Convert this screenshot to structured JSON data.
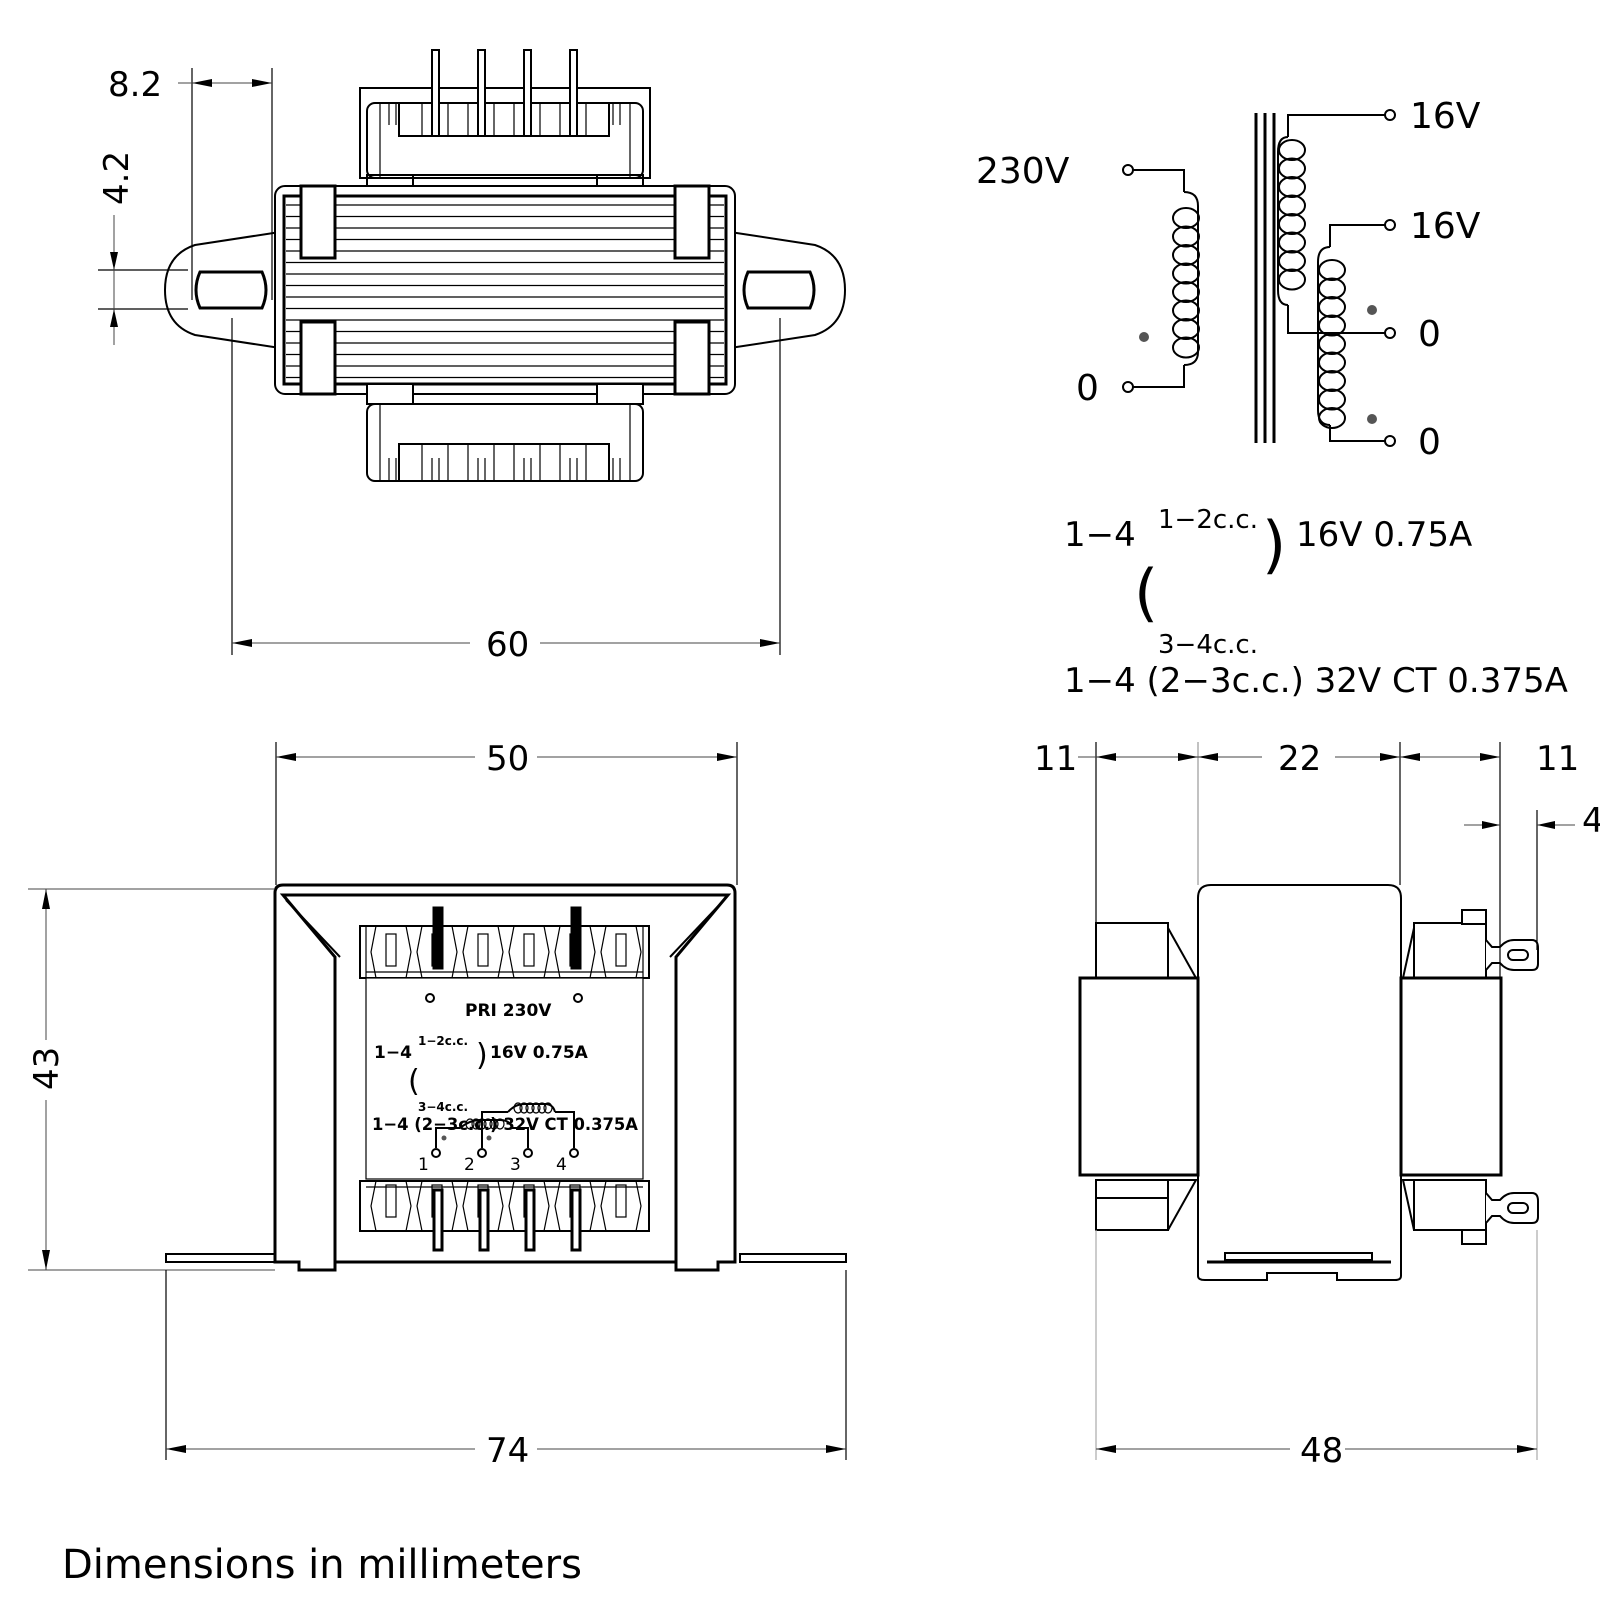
{
  "top_view": {
    "dim_hole_width": "8.2",
    "dim_hole_height": "4.2",
    "dim_mount_span": "60"
  },
  "front_view": {
    "dim_width": "50",
    "dim_height": "43",
    "dim_base_width": "74",
    "label": {
      "primary": "PRI 230V",
      "line1_prefix": "1−4",
      "line1_upper": "1−2c.c.",
      "line1_lower": "3−4c.c.",
      "line1_suffix": "16V 0.75A",
      "line2": "1−4 (2−3c.c.) 32V CT 0.375A",
      "pins": [
        "1",
        "2",
        "3",
        "4"
      ]
    }
  },
  "side_view": {
    "dim_left": "11",
    "dim_center": "22",
    "dim_right": "11",
    "dim_lug": "4",
    "dim_total": "48"
  },
  "schematic": {
    "primary_top": "230V",
    "primary_bottom": "0",
    "secondary_1_top": "16V",
    "secondary_2_top": "16V",
    "secondary_1_bottom": "0",
    "secondary_2_bottom": "0"
  },
  "specs": {
    "line1_prefix": "1−4",
    "line1_upper": "1−2c.c.",
    "line1_lower": "3−4c.c.",
    "line1_suffix": "16V  0.75A",
    "line2": "1−4  (2−3c.c.)  32V  CT  0.375A"
  },
  "footer": {
    "note": "Dimensions  in  millimeters"
  }
}
